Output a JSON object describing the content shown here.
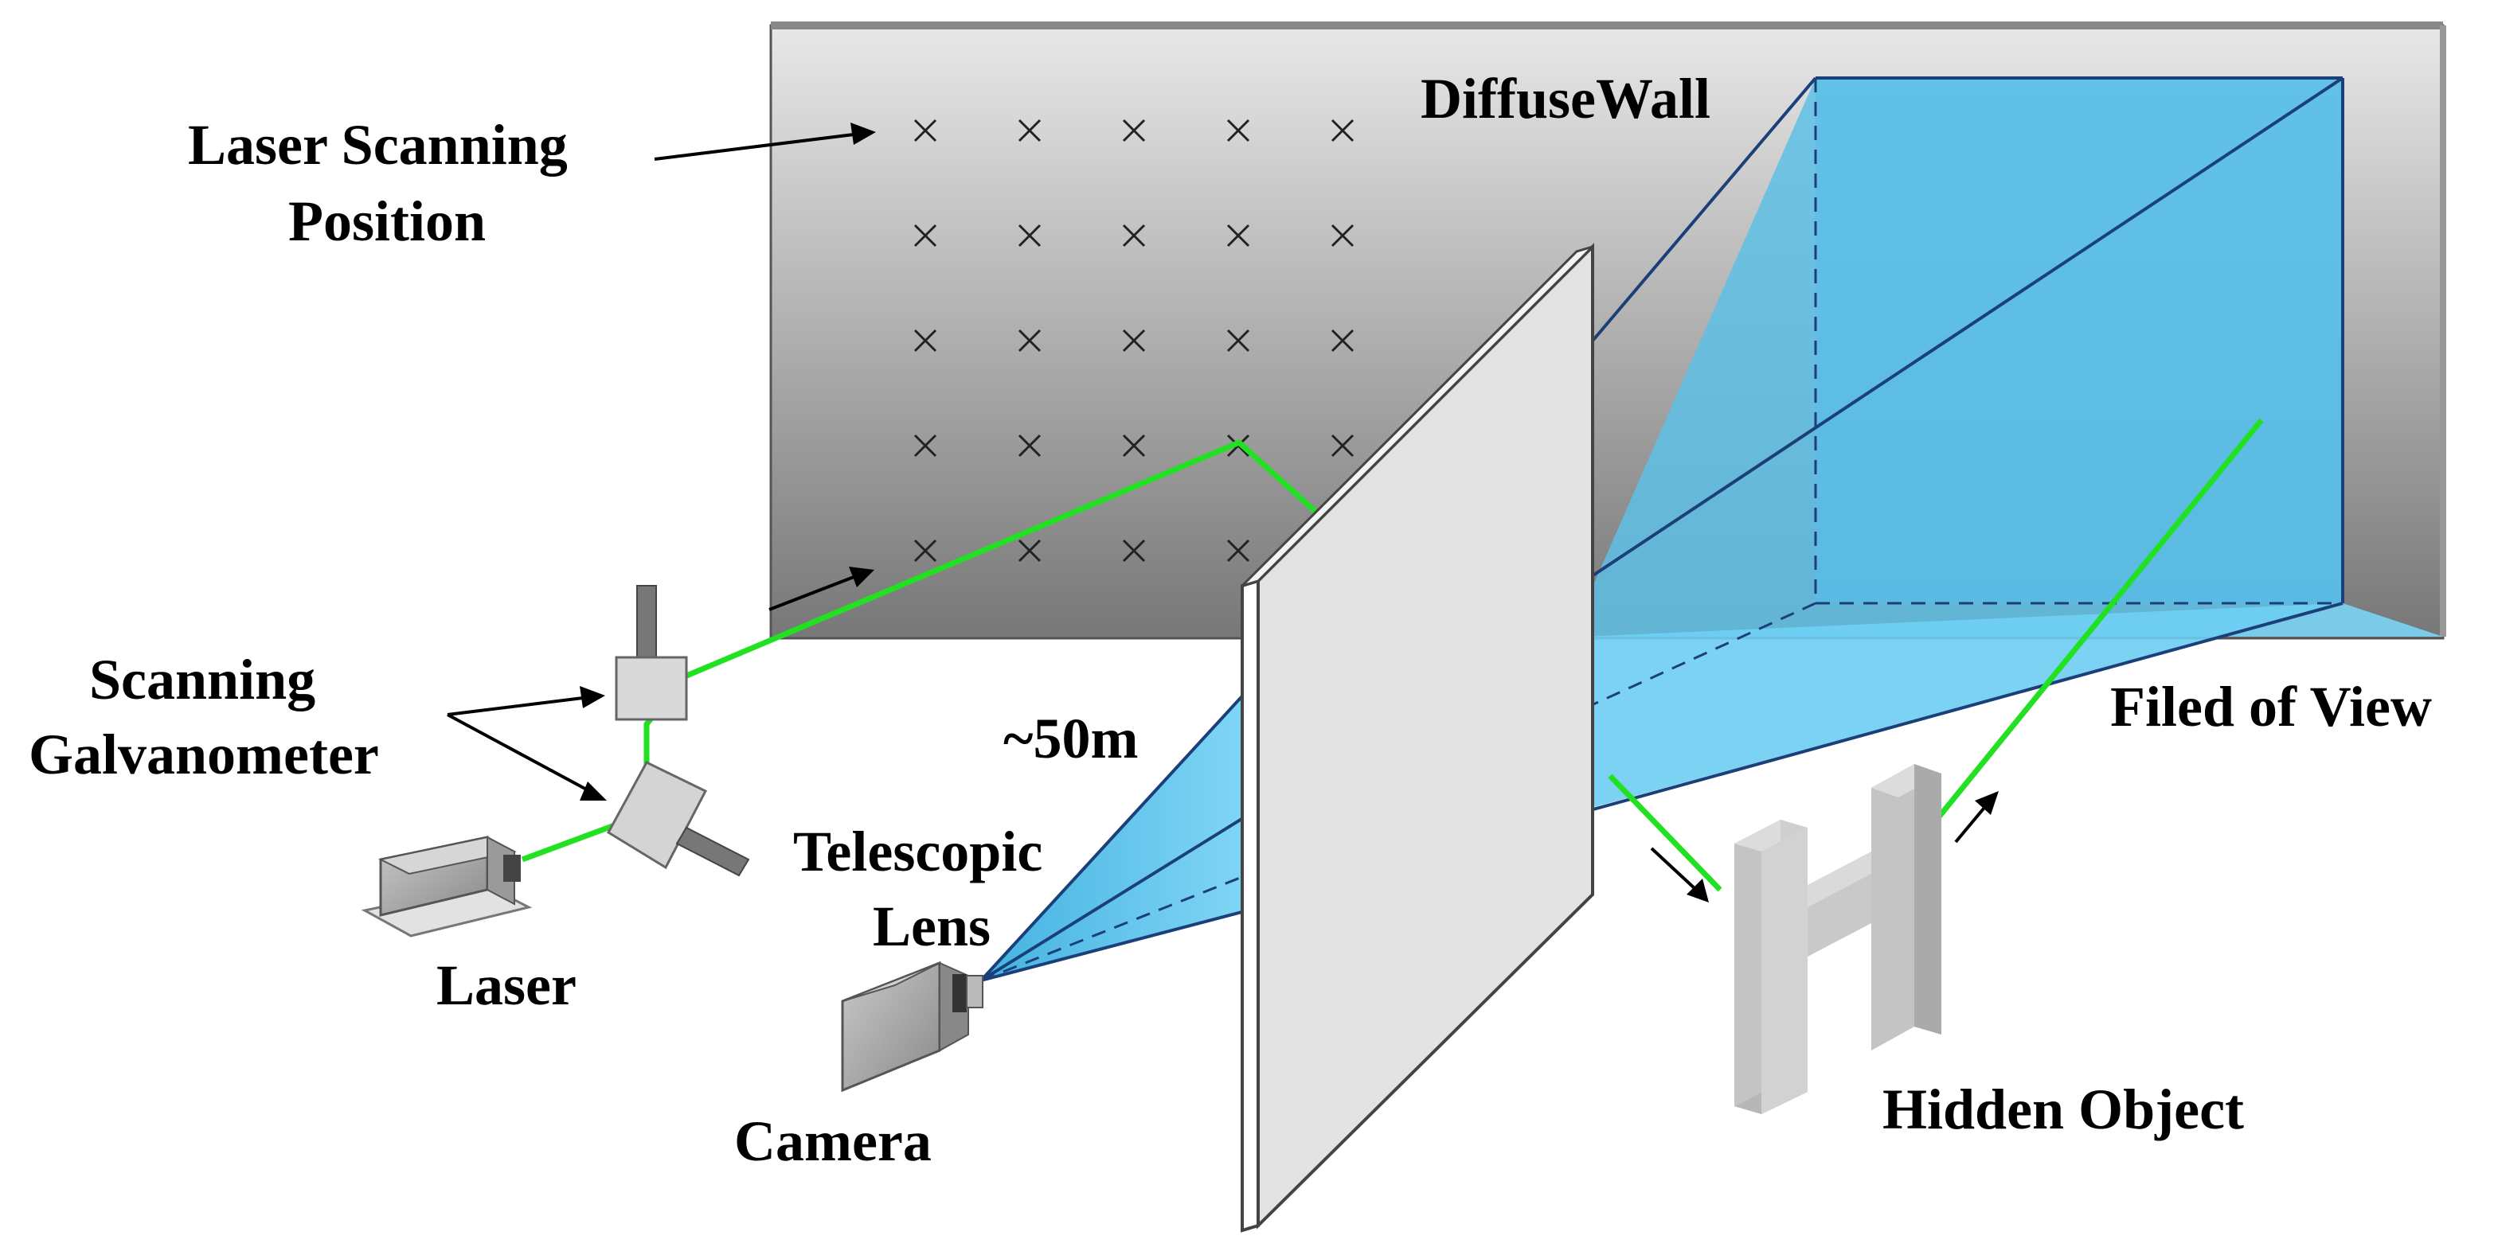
{
  "labels": {
    "laser_scanning_line1": "Laser Scanning",
    "laser_scanning_line2": "Position",
    "diffuse_wall": "DiffuseWall",
    "scanning_line1": "Scanning",
    "scanning_line2": "Galvanometer",
    "distance": "~50m",
    "telescopic_line1": "Telescopic",
    "telescopic_line2": "Lens",
    "laser": "Laser",
    "camera": "Camera",
    "field_of_view": "Filed of View",
    "hidden_object": "Hidden Object"
  },
  "scan_grid": {
    "rows": 5,
    "cols": 5,
    "marker": "×"
  },
  "colors": {
    "laser_beam": "#22e022",
    "fov_fill": "#5cc8ee",
    "fov_edge": "#1b3f78",
    "wall_top": "#e6e6e6",
    "wall_bottom": "#787878",
    "occluder": "#e4e4e4"
  }
}
